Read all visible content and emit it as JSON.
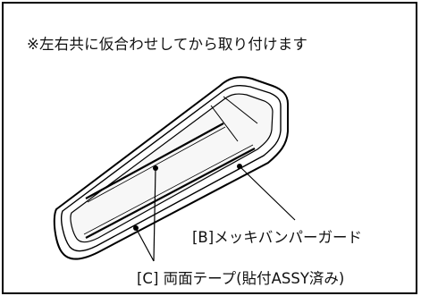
{
  "note": "※左右共に仮合わせしてから取り付けます",
  "labels": {
    "b": "[B]メッキバンパーガード",
    "c": "[C] 両面テープ(貼付ASSY済み)"
  },
  "colors": {
    "line": "#000000",
    "fill": "#ffffff",
    "shade": "#f2f2f2"
  }
}
